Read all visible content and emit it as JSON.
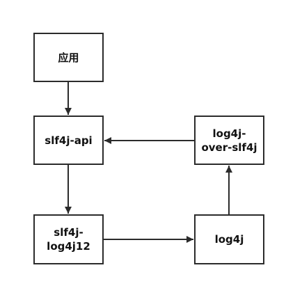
{
  "nodes": {
    "app": {
      "label": "应用"
    },
    "api": {
      "label": "slf4j-api"
    },
    "binding": {
      "line1": "slf4j-",
      "line2": "log4j12"
    },
    "bridge": {
      "line1": "log4j-",
      "line2": "over-slf4j"
    },
    "log4j": {
      "label": "log4j"
    }
  },
  "edges": [
    {
      "from": "app",
      "to": "api"
    },
    {
      "from": "api",
      "to": "binding"
    },
    {
      "from": "binding",
      "to": "log4j"
    },
    {
      "from": "log4j",
      "to": "bridge"
    },
    {
      "from": "bridge",
      "to": "api"
    }
  ],
  "colors": {
    "stroke": "#2b2b2b",
    "text": "#111111",
    "background": "#ffffff"
  }
}
